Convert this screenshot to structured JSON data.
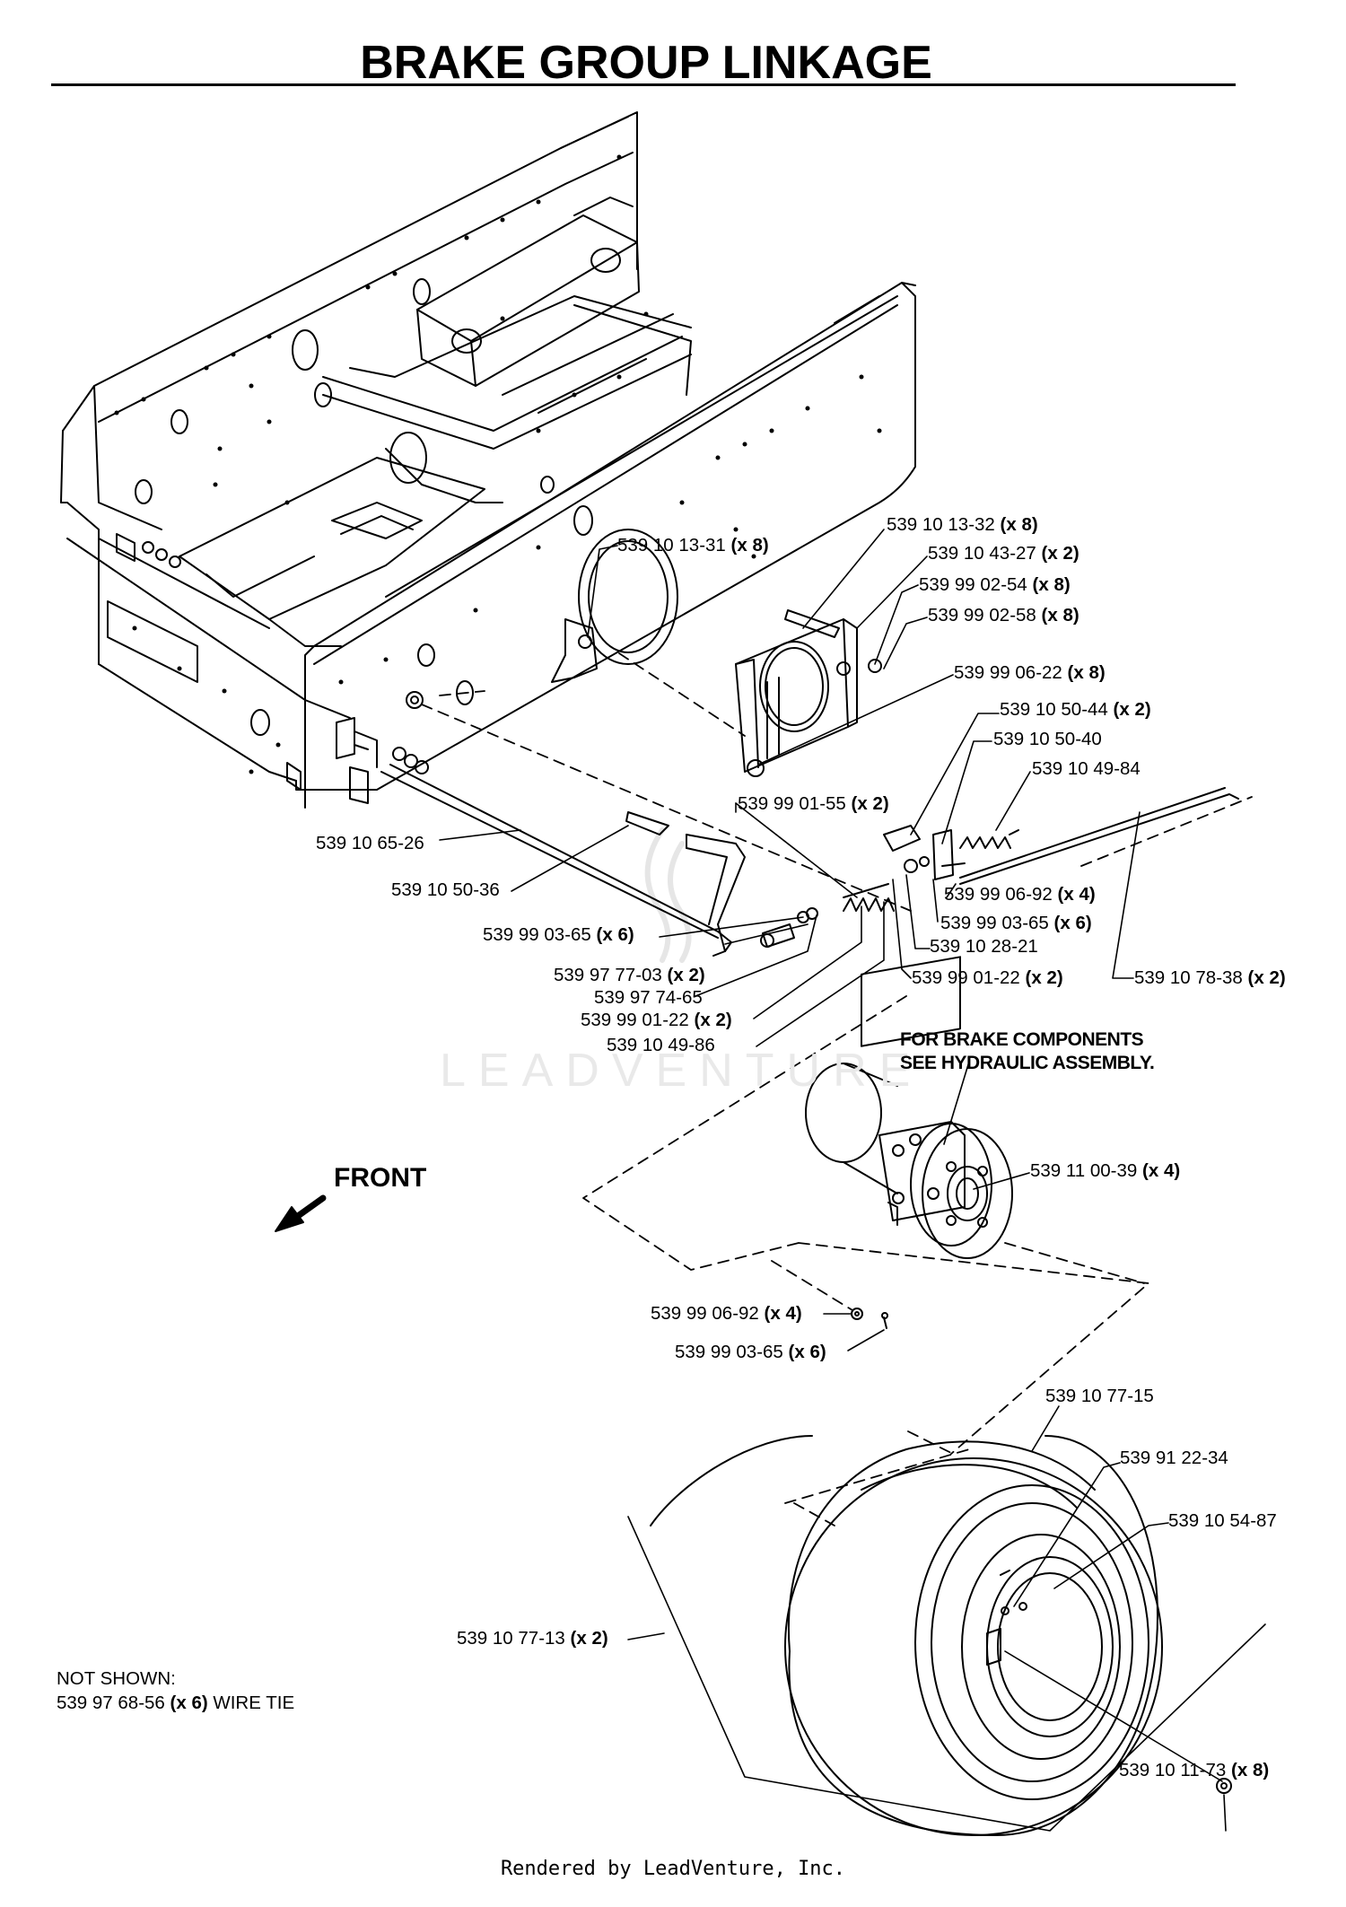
{
  "title": "BRAKE GROUP LINKAGE",
  "labels": [
    {
      "id": "p1",
      "part": "539 10 13-32",
      "qty": "(x 8)"
    },
    {
      "id": "p2",
      "part": "539 10 43-27",
      "qty": "(x 2)"
    },
    {
      "id": "p3",
      "part": "539 99 02-54",
      "qty": "(x 8)"
    },
    {
      "id": "p4",
      "part": "539 99 02-58",
      "qty": "(x 8)"
    },
    {
      "id": "p5",
      "part": "539 10 13-31",
      "qty": "(x 8)"
    },
    {
      "id": "p6",
      "part": "539 99 06-22",
      "qty": "(x 8)"
    },
    {
      "id": "p7",
      "part": "539 10 50-44",
      "qty": "(x 2)"
    },
    {
      "id": "p8",
      "part": "539 10 50-40",
      "qty": ""
    },
    {
      "id": "p9",
      "part": "539 10 49-84",
      "qty": ""
    },
    {
      "id": "p10",
      "part": "539 99 01-55",
      "qty": "(x 2)"
    },
    {
      "id": "p11",
      "part": "539 10 65-26",
      "qty": ""
    },
    {
      "id": "p12",
      "part": "539 10 50-36",
      "qty": ""
    },
    {
      "id": "p13",
      "part": "539 99 06-92",
      "qty": "(x 4)"
    },
    {
      "id": "p14",
      "part": "539 99 03-65",
      "qty": "(x 6)"
    },
    {
      "id": "p15",
      "part": "539 99 03-65",
      "qty": "(x 6)"
    },
    {
      "id": "p16",
      "part": "539 10 28-21",
      "qty": ""
    },
    {
      "id": "p17",
      "part": "539 97 77-03",
      "qty": "(x 2)"
    },
    {
      "id": "p18",
      "part": "539 99 01-22",
      "qty": "(x 2)"
    },
    {
      "id": "p19",
      "part": "539 10 78-38",
      "qty": "(x 2)"
    },
    {
      "id": "p20",
      "part": "539 97 74-65",
      "qty": ""
    },
    {
      "id": "p21",
      "part": "539 99 01-22",
      "qty": "(x 2)"
    },
    {
      "id": "p22",
      "part": "539 10 49-86",
      "qty": ""
    },
    {
      "id": "p23",
      "part": "539 11 00-39",
      "qty": "(x 4)"
    },
    {
      "id": "p24",
      "part": "539 99 06-92",
      "qty": "(x 4)"
    },
    {
      "id": "p25",
      "part": "539 99 03-65",
      "qty": "(x 6)"
    },
    {
      "id": "p26",
      "part": "539 10 77-15",
      "qty": ""
    },
    {
      "id": "p27",
      "part": "539 91 22-34",
      "qty": ""
    },
    {
      "id": "p28",
      "part": "539 10 54-87",
      "qty": ""
    },
    {
      "id": "p29",
      "part": "539 10 77-13",
      "qty": "(x 2)"
    },
    {
      "id": "p30",
      "part": "539 10 11-73",
      "qty": "(x 8)"
    }
  ],
  "brake_note": {
    "line1": "FOR BRAKE COMPONENTS",
    "line2": "SEE HYDRAULIC ASSEMBLY."
  },
  "front_label": "FRONT",
  "not_shown": {
    "heading": "NOT SHOWN:",
    "part": "539 97 68-56",
    "qty": "(x 6)",
    "desc": "WIRE TIE"
  },
  "watermark": "LEADVENTURE",
  "footer": "Rendered by LeadVenture, Inc."
}
